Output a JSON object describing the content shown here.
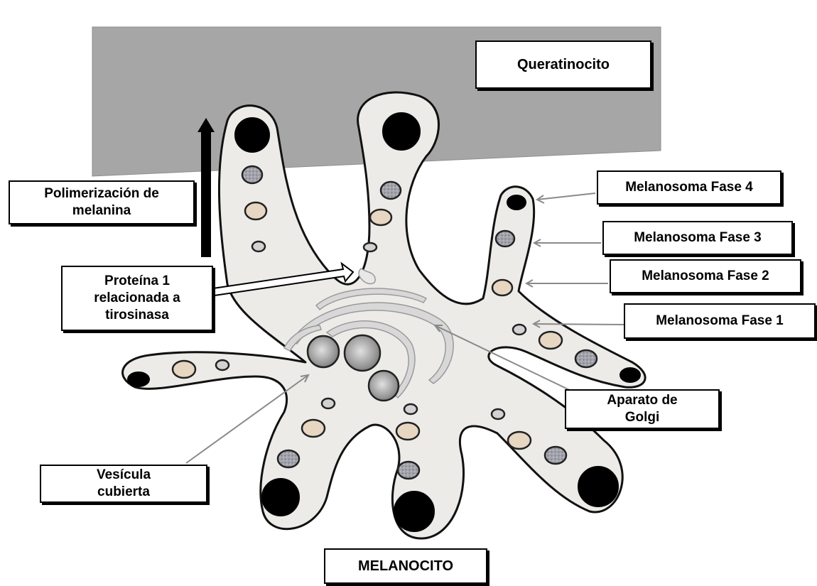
{
  "labels": {
    "queratinocito": "Queratinocito",
    "polimerizacion": "Polimerización de\nmelanina",
    "proteina": "Proteína 1\nrelacionada a\ntirosinasa",
    "fase4": "Melanosoma Fase 4",
    "fase3": "Melanosoma Fase 3",
    "fase2": "Melanosoma Fase 2",
    "fase1": "Melanosoma Fase 1",
    "golgi": "Aparato de\nGolgi",
    "vesicula": "Vesícula\ncubierta",
    "melanocito": "MELANOCITO"
  },
  "colors": {
    "keratinocyte": "#a6a6a6",
    "cell_fill": "#ecebe8",
    "phase1": "#d2d2d2",
    "phase2": "#e6d6c2",
    "phase3": "#9a9aa4",
    "phase4": "#000000",
    "golgi": "#d8d8d8"
  }
}
